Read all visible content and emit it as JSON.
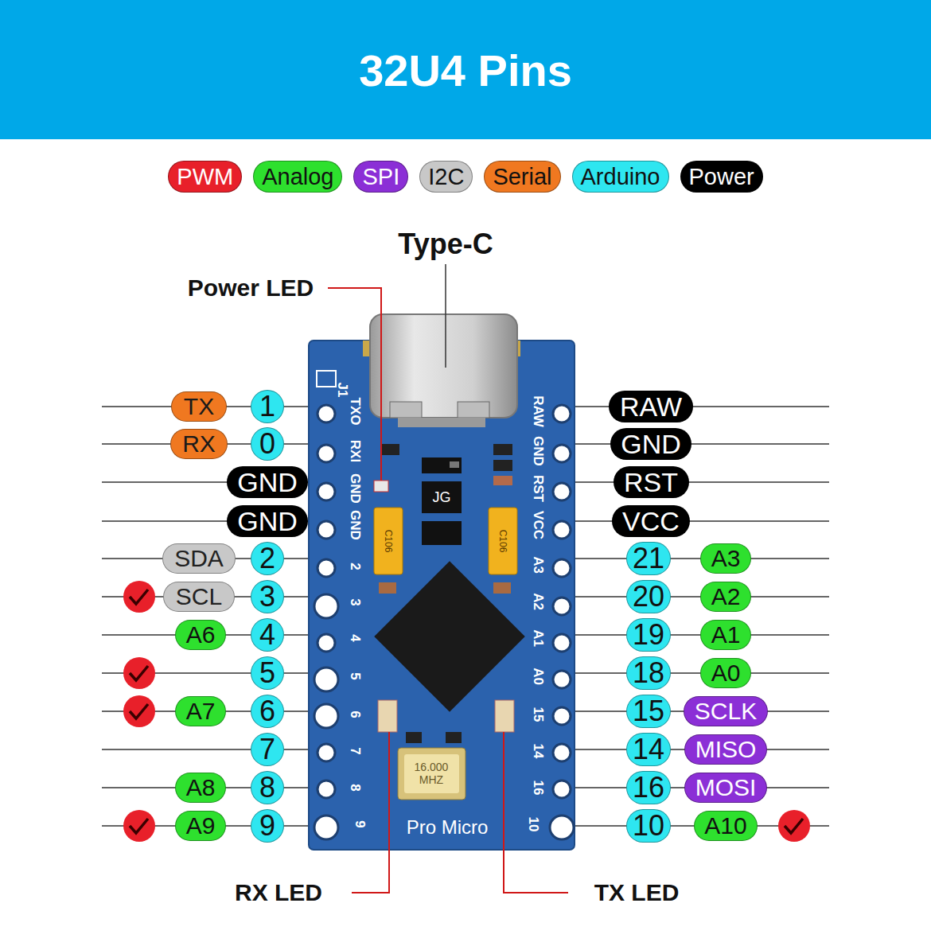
{
  "diagram": {
    "title": "32U4 Pins",
    "nodes": [
      {
        "text": [
          "TX"
        ]
      },
      {
        "text": [
          "1"
        ]
      },
      {
        "text": [
          "RAW"
        ]
      },
      {
        "text": [
          "RX"
        ]
      },
      {
        "text": [
          "0"
        ]
      },
      {
        "text": [
          "GND"
        ]
      },
      {
        "text": [
          "GND"
        ]
      },
      {
        "text": [
          "RST"
        ]
      },
      {
        "text": [
          "GND"
        ]
      },
      {
        "text": [
          "VCC"
        ]
      },
      {
        "text": [
          "SDA"
        ]
      },
      {
        "text": [
          "2"
        ]
      },
      {
        "text": [
          "21"
        ]
      },
      {
        "text": [
          "A3"
        ]
      },
      {
        "text": [
          "SCL"
        ]
      },
      {
        "text": [
          "3"
        ]
      },
      {
        "text": [
          "20"
        ]
      },
      {
        "text": [
          "A2"
        ]
      },
      {
        "text": [
          "A6"
        ]
      },
      {
        "text": [
          "4"
        ]
      },
      {
        "text": [
          "19"
        ]
      },
      {
        "text": [
          "A1"
        ]
      },
      {
        "text": [
          "5"
        ]
      },
      {
        "text": [
          "18"
        ]
      },
      {
        "text": [
          "A0"
        ]
      },
      {
        "text": [
          "A7"
        ]
      },
      {
        "text": [
          "6"
        ]
      },
      {
        "text": [
          "15"
        ]
      },
      {
        "text": [
          "SCLK"
        ]
      },
      {
        "text": [
          "7"
        ]
      },
      {
        "text": [
          "14"
        ]
      },
      {
        "text": [
          "MISO"
        ]
      },
      {
        "text": [
          "A8"
        ]
      },
      {
        "text": [
          "8"
        ]
      },
      {
        "text": [
          "16"
        ]
      },
      {
        "text": [
          "MOSI"
        ]
      },
      {
        "text": [
          "A9"
        ]
      },
      {
        "text": [
          "9"
        ]
      },
      {
        "text": [
          "10"
        ]
      },
      {
        "text": [
          "A10"
        ]
      }
    ],
    "labels": [
      "Type-C",
      "Power LED",
      "J1",
      "TXO",
      "RXI",
      "GND",
      "GND",
      "2",
      "3",
      "4",
      "5",
      "6",
      "7",
      "8",
      "9",
      "RAW",
      "GND",
      "RST",
      "VCC",
      "A3",
      "A2",
      "A1",
      "A0",
      "15",
      "14",
      "16",
      "10",
      "JG",
      "C106",
      "C106",
      "16.000 MHZ",
      "Pro Micro",
      "RX LED",
      "TX LED"
    ],
    "legend": [
      {
        "text": "PWM",
        "color": "#e8202a"
      },
      {
        "text": "Analog",
        "color": "#2ee02e"
      },
      {
        "text": "SPI",
        "color": "#8b2fd6"
      },
      {
        "text": "I2C",
        "color": "#c8c8c8"
      },
      {
        "text": "Serial",
        "color": "#f07820"
      },
      {
        "text": "Arduino",
        "color": "#2ee6f0"
      },
      {
        "text": "Power",
        "color": "#000000"
      }
    ]
  }
}
